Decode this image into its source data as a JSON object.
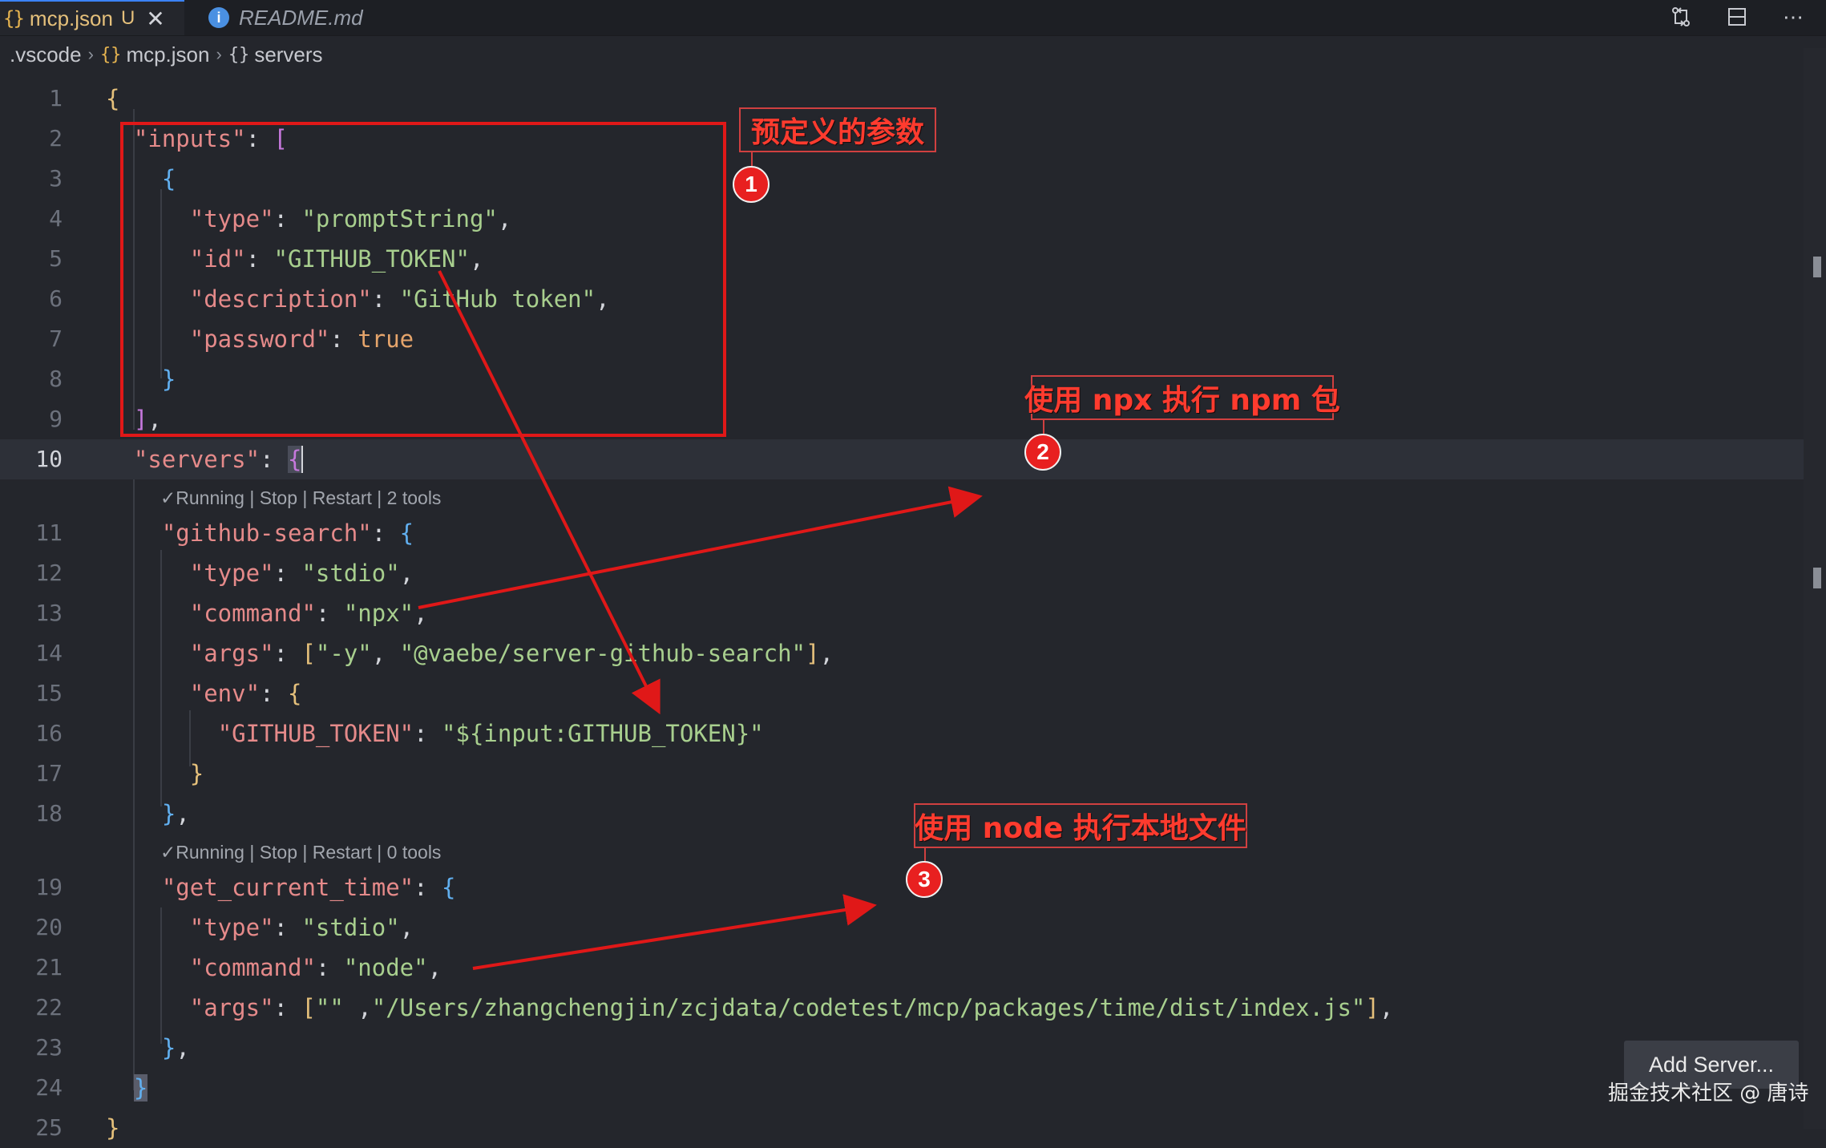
{
  "tabs": [
    {
      "name": "mcp.json",
      "status": "U",
      "active": true,
      "icon": "braces-icon"
    },
    {
      "name": "README.md",
      "active": false,
      "icon": "info-icon"
    }
  ],
  "breadcrumb": [
    ".vscode",
    "mcp.json",
    "servers"
  ],
  "editor": {
    "lines": [
      {
        "n": "1"
      },
      {
        "n": "2"
      },
      {
        "n": "3"
      },
      {
        "n": "4"
      },
      {
        "n": "5"
      },
      {
        "n": "6"
      },
      {
        "n": "7"
      },
      {
        "n": "8"
      },
      {
        "n": "9"
      },
      {
        "n": "10"
      },
      {
        "n": "11"
      },
      {
        "n": "12"
      },
      {
        "n": "13"
      },
      {
        "n": "14"
      },
      {
        "n": "15"
      },
      {
        "n": "16"
      },
      {
        "n": "17"
      },
      {
        "n": "18"
      },
      {
        "n": "19"
      },
      {
        "n": "20"
      },
      {
        "n": "21"
      },
      {
        "n": "22"
      },
      {
        "n": "23"
      },
      {
        "n": "24"
      },
      {
        "n": "25"
      }
    ],
    "tokens": {
      "inputs_key": "\"inputs\"",
      "type_key": "\"type\"",
      "promptString": "\"promptString\"",
      "id_key": "\"id\"",
      "github_token_str": "\"GITHUB_TOKEN\"",
      "description_key": "\"description\"",
      "github_token_desc": "\"GitHub token\"",
      "password_key": "\"password\"",
      "true_kw": "true",
      "servers_key": "\"servers\"",
      "github_search_key": "\"github-search\"",
      "stdio": "\"stdio\"",
      "command_key": "\"command\"",
      "npx": "\"npx\"",
      "args_key": "\"args\"",
      "dash_y": "\"-y\"",
      "pkg": "\"@vaebe/server-github-search\"",
      "env_key": "\"env\"",
      "github_token_key": "\"GITHUB_TOKEN\"",
      "input_ref": "\"${input:GITHUB_TOKEN}\"",
      "get_current_time_key": "\"get_current_time\"",
      "node": "\"node\"",
      "empty_str": "\"\"",
      "path": "\"/Users/zhangchengjin/zcjdata/codetest/mcp/packages/time/dist/index.js\""
    },
    "codelens": [
      "✓Running | Stop | Restart | 2 tools",
      "✓Running | Stop | Restart | 0 tools"
    ]
  },
  "annotations": {
    "label1": "预定义的参数",
    "label2": "使用 npx 执行 npm 包",
    "label3": "使用 node 执行本地文件",
    "markers": [
      "1",
      "2",
      "3"
    ]
  },
  "add_server_button": "Add Server...",
  "watermark": "掘金技术社区 @ 唐诗",
  "colors": {
    "background": "#24262c",
    "accent": "#3b82f6",
    "annotation_red": "#e01818"
  }
}
